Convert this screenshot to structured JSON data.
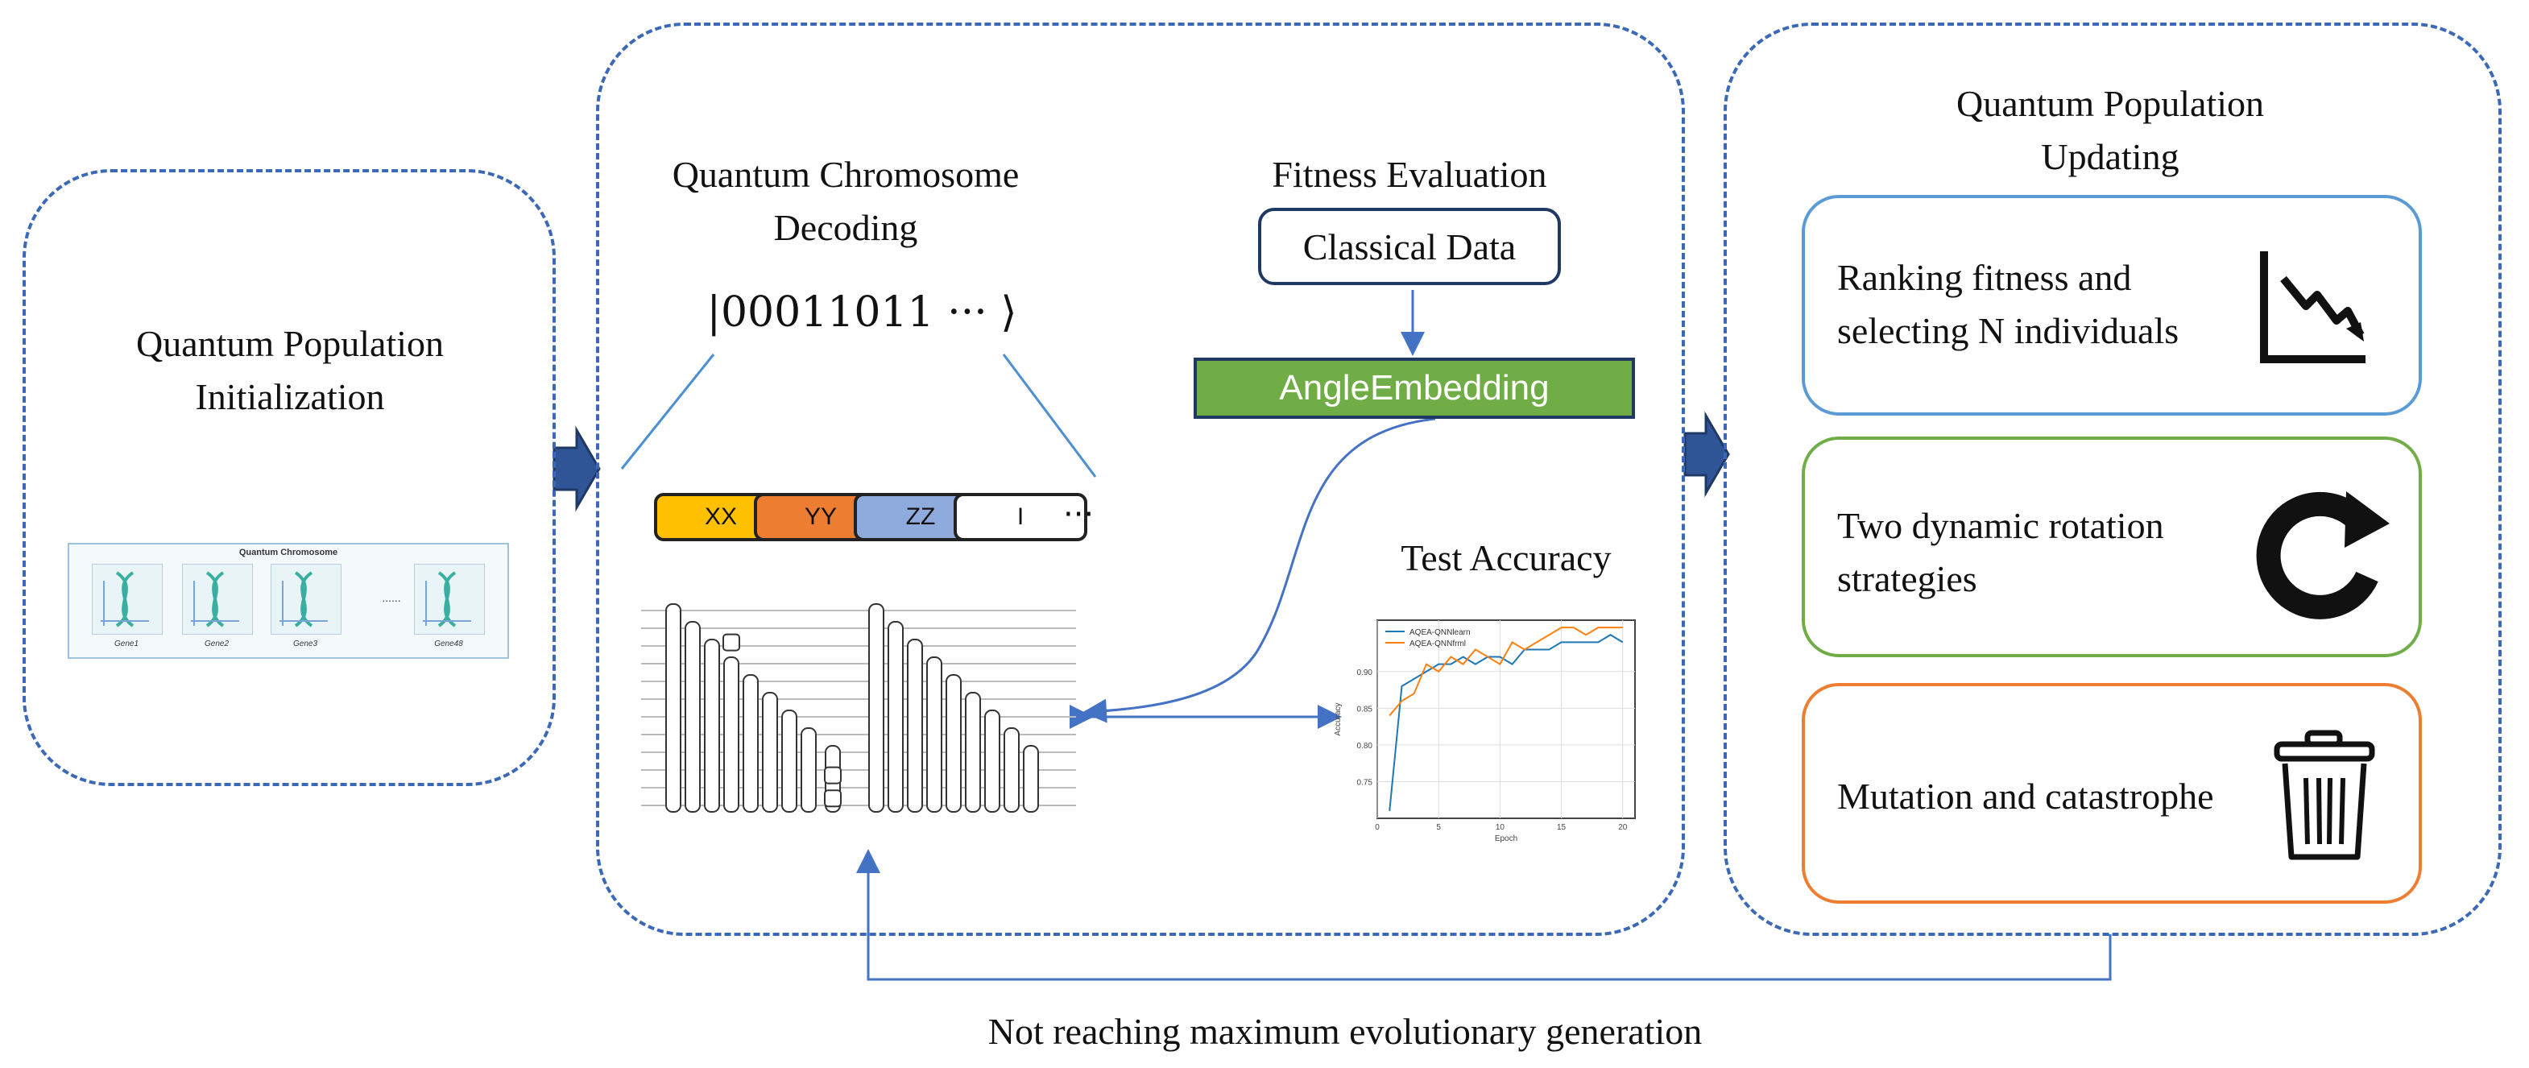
{
  "panels": {
    "init": {
      "title": "Quantum Population\nInitialization"
    },
    "decode": {
      "title": "Quantum Chromosome\nDecoding",
      "ket": "|00011011 ··· ⟩",
      "gates": [
        "XX",
        "YY",
        "ZZ",
        "I"
      ],
      "gates_more": "···",
      "gate_colors": [
        "#ffc000",
        "#ed7d31",
        "#8faadc",
        "#ffffff"
      ]
    },
    "fitness": {
      "title": "Fitness Evaluation",
      "data_box": "Classical Data",
      "embedding": "AngleEmbedding",
      "embedding_color": "#70ad47",
      "accuracy_title": "Test Accuracy"
    },
    "update": {
      "title": "Quantum Population\nUpdating",
      "cards": [
        {
          "text": "Ranking fitness and\nselecting N individuals",
          "icon": "declining-chart-icon",
          "border": "#5b9bd5"
        },
        {
          "text": "Two dynamic rotation\nstrategies",
          "icon": "rotate-arrow-icon",
          "border": "#70ad47"
        },
        {
          "text": "Mutation and catastrophe",
          "icon": "trash-can-icon",
          "border": "#ed7d31"
        }
      ]
    }
  },
  "chromosome_thumbnail": {
    "title": "Quantum Chromosome",
    "genes": [
      "Gene1",
      "Gene2",
      "Gene3",
      "Gene48"
    ],
    "ellipsis": "......"
  },
  "loop_label": "Not reaching maximum evolutionary generation",
  "chart_data": {
    "type": "line",
    "x": [
      1,
      2,
      3,
      4,
      5,
      6,
      7,
      8,
      9,
      10,
      11,
      12,
      13,
      14,
      15,
      16,
      17,
      18,
      19,
      20
    ],
    "series": [
      {
        "name": "AQEA-QNNlearn",
        "color": "#1f77b4",
        "values": [
          0.71,
          0.88,
          0.89,
          0.9,
          0.91,
          0.91,
          0.92,
          0.91,
          0.92,
          0.92,
          0.91,
          0.93,
          0.93,
          0.93,
          0.94,
          0.94,
          0.94,
          0.94,
          0.95,
          0.94
        ]
      },
      {
        "name": "AQEA-QNNfrml",
        "color": "#ff7f0e",
        "values": [
          0.84,
          0.86,
          0.87,
          0.91,
          0.9,
          0.92,
          0.91,
          0.93,
          0.92,
          0.91,
          0.94,
          0.93,
          0.94,
          0.95,
          0.96,
          0.96,
          0.95,
          0.96,
          0.96,
          0.96
        ]
      }
    ],
    "xlabel": "Epoch",
    "ylabel": "Accuracy",
    "xticks": [
      "0",
      "5",
      "10",
      "15",
      "20"
    ],
    "yticks": [
      "0.75",
      "0.80",
      "0.85",
      "0.90"
    ],
    "xlim": [
      0,
      21
    ],
    "ylim": [
      0.7,
      0.97
    ],
    "grid": true,
    "legend": "top-left"
  }
}
